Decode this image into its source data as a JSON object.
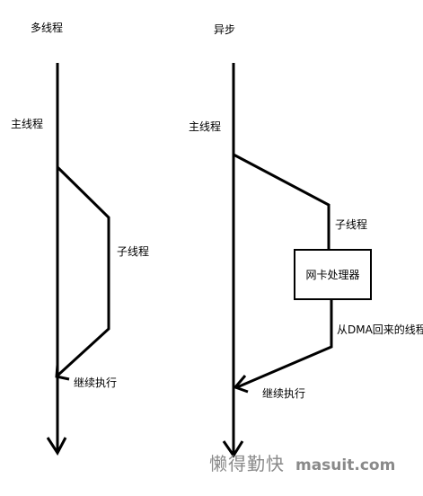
{
  "sections": {
    "multithread_title": "多线程",
    "async_title": "异步"
  },
  "left_diagram": {
    "main_thread_label": "主线程",
    "child_thread_label": "子线程",
    "continue_label": "继续执行"
  },
  "right_diagram": {
    "main_thread_label": "主线程",
    "child_thread_label": "子线程",
    "nic_processor_label": "网卡处理器",
    "dma_return_label": "从DMA回来的线程",
    "continue_label": "继续执行"
  },
  "watermark": {
    "text": "懒得勤快",
    "site": "masuit.com"
  }
}
